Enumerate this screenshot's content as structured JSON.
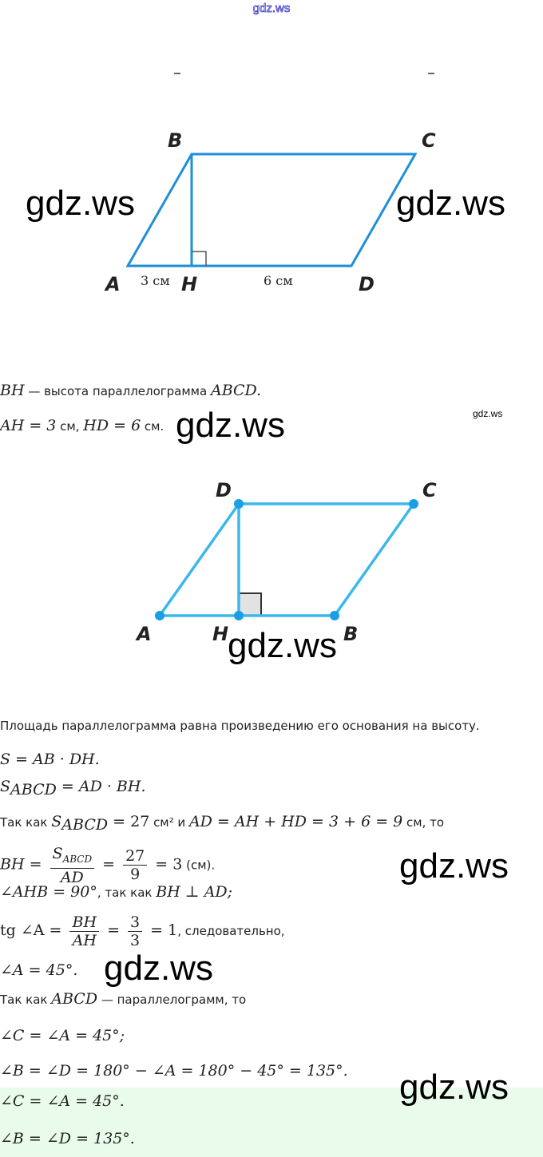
{
  "watermark": "gdz.ws",
  "figure1": {
    "labels": {
      "A": "A",
      "B": "B",
      "C": "C",
      "D": "D",
      "H": "H"
    },
    "ah": "3 см",
    "hd": "6 см",
    "color": "#1e8fd8"
  },
  "figure2": {
    "labels": {
      "A": "A",
      "B": "B",
      "C": "C",
      "D": "D",
      "H": "H"
    },
    "color": "#3ab8ec"
  },
  "text": {
    "l1_m": "BH",
    "l1_t": " — высота параллелограмма ",
    "l1_m2": "ABCD.",
    "l2_m": "AH = 3",
    "l2_t": " см, ",
    "l2_m2": "HD = 6",
    "l2_t2": " см.",
    "l3": "Площадь параллелограмма равна произведению его основания на высоту.",
    "l4": "S = AB · DH.",
    "l5_s": "S",
    "l5_sub": "ABCD",
    "l5_r": " = AD · BH.",
    "l6_t": "Так как ",
    "l6_s": "S",
    "l6_sub": "ABCD",
    "l6_m": " = 27",
    "l6_t2": " см² и ",
    "l6_m2": "AD = AH + HD = 3 + 6 = 9",
    "l6_t3": " см, то",
    "l7_m": "BH = ",
    "l7_num_s": "S",
    "l7_num_sub": "ABCD",
    "l7_den": "AD",
    "l7_eq": " = ",
    "l7_num2": "27",
    "l7_den2": "9",
    "l7_m2": " = 3",
    "l7_t": " (см).",
    "l8_m": "∠AHB = 90°",
    "l8_t": ", так как ",
    "l8_m2": "BH ⊥ AD;",
    "l9_m": "tg ∠A = ",
    "l9_num": "BH",
    "l9_den": "AH",
    "l9_num2": "3",
    "l9_den2": "3",
    "l9_m2": " = 1",
    "l9_t": ", следовательно,",
    "l10": "∠A = 45°.",
    "l11_t": "Так как ",
    "l11_m": "ABCD",
    "l11_t2": " — параллелограмм, то",
    "l12": "∠C = ∠A = 45°;",
    "l13": "∠B = ∠D = 180° − ∠A = 180° − 45° = 135°.",
    "ans1": "∠C = ∠A = 45°.",
    "ans2": "∠B = ∠D = 135°."
  }
}
